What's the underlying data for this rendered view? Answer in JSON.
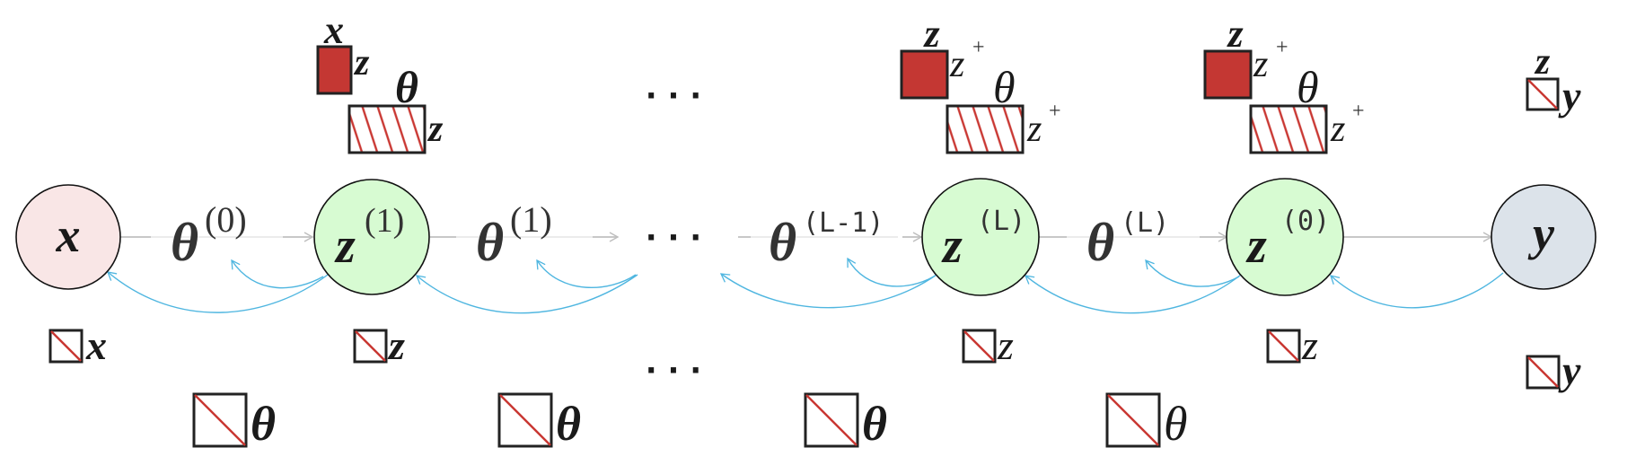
{
  "colors": {
    "input_node": "#f9e6e6",
    "hidden_node": "#d7fbd2",
    "output_node": "#dce3ea",
    "red": "#c43733",
    "gradient_arrow": "#4fb6e0",
    "edge": "#c8c8c8"
  },
  "nodes": {
    "x": {
      "label": "x"
    },
    "z1": {
      "base": "z",
      "sup": "(1)"
    },
    "zL": {
      "base": "z",
      "sup": "(L)"
    },
    "z0": {
      "base": "z",
      "sup": "(0)"
    },
    "y": {
      "label": "y"
    }
  },
  "edges": [
    {
      "base": "θ",
      "sup": "(0)"
    },
    {
      "base": "θ",
      "sup": "(1)"
    },
    {
      "base": "θ",
      "sup": "(L-1)"
    },
    {
      "base": "θ",
      "sup": "(L)"
    }
  ],
  "ellipsis": "· · ·",
  "top_legends": [
    {
      "top": "x",
      "right": "z",
      "right_sup": "",
      "theta": "θ",
      "hatch_right": "z",
      "hatch_sup": ""
    },
    {
      "top": "z",
      "right": "z",
      "right_sup": "+",
      "theta": "θ",
      "hatch_right": "z",
      "hatch_sup": "+"
    },
    {
      "top": "z",
      "right": "z",
      "right_sup": "+",
      "theta": "θ",
      "hatch_right": "z",
      "hatch_sup": "+"
    }
  ],
  "top_right": {
    "top": "z",
    "right": "y"
  },
  "bottom_small": [
    "x",
    "z",
    "z",
    "z"
  ],
  "bottom_right": "y",
  "bottom_theta": [
    "θ",
    "θ",
    "θ",
    "θ"
  ]
}
